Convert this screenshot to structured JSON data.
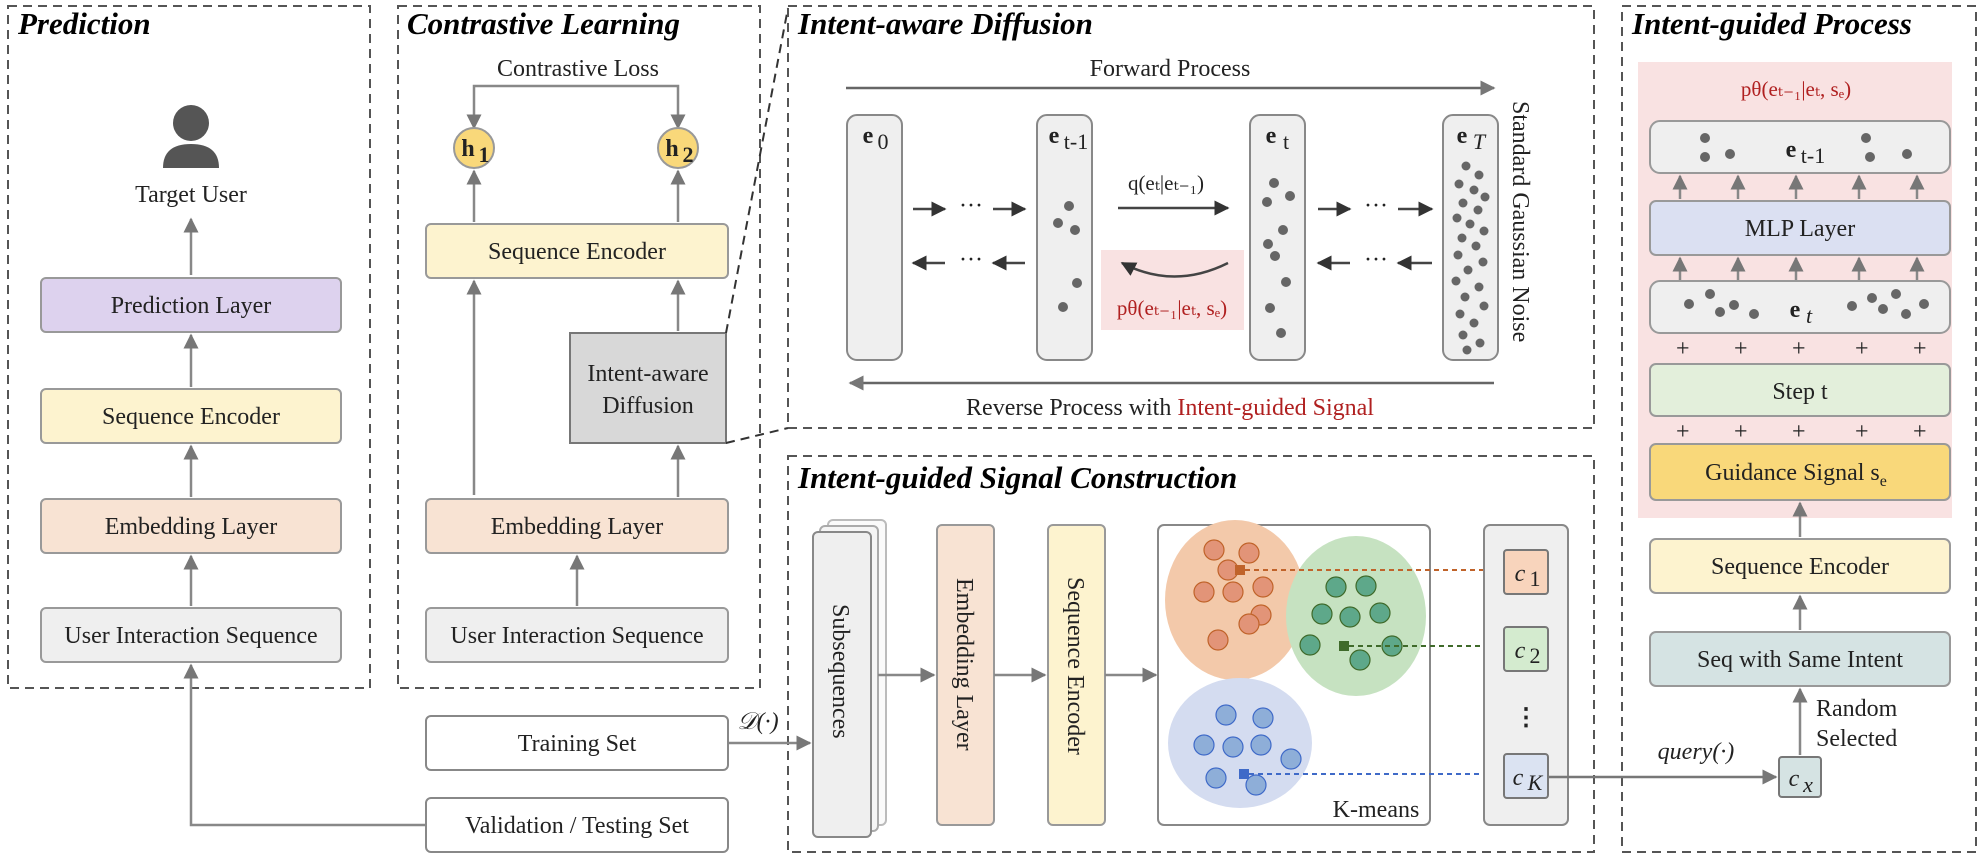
{
  "panels": {
    "prediction": {
      "title": "Prediction",
      "target_user": "Target User",
      "prediction_layer": "Prediction Layer",
      "sequence_encoder": "Sequence Encoder",
      "embedding_layer": "Embedding Layer",
      "interaction_sequence": "User Interaction Sequence"
    },
    "contrastive": {
      "title": "Contrastive Learning",
      "loss": "Contrastive Loss",
      "h1": "h",
      "h1_sub": "1",
      "h2": "h",
      "h2_sub": "2",
      "sequence_encoder": "Sequence Encoder",
      "diffusion_line1": "Intent-aware",
      "diffusion_line2": "Diffusion",
      "embedding_layer": "Embedding Layer",
      "interaction_sequence": "User Interaction Sequence"
    },
    "diffusion": {
      "title": "Intent-aware Diffusion",
      "forward": "Forward Process",
      "reverse_prefix": "Reverse Process with ",
      "reverse_highlight": "Intent-guided Signal",
      "noise_label": "Standard Gaussian Noise",
      "e0": "e",
      "e0_sub": "0",
      "et1": "e",
      "et1_sub": "t-1",
      "et": "e",
      "et_sub": "t",
      "eT": "e",
      "eT_sub": "T",
      "q_formula": "q(eₜ|eₜ₋₁)",
      "p_formula": "pθ(eₜ₋₁|eₜ, sₑ)",
      "ellipsis": "···"
    },
    "signal": {
      "title": "Intent-guided Signal Construction",
      "subsequences": "Subsequences",
      "embedding_layer": "Embedding Layer",
      "sequence_encoder": "Sequence Encoder",
      "kmeans": "K-means",
      "c1": "c",
      "c1_sub": "1",
      "c2": "c",
      "c2_sub": "2",
      "cK": "c",
      "cK_sub": "K",
      "vdots": "⋮"
    },
    "process": {
      "title": "Intent-guided Process",
      "p_formula": "pθ(eₜ₋₁|eₜ, sₑ)",
      "et1": "e",
      "et1_sub": "t-1",
      "mlp": "MLP Layer",
      "et": "e",
      "et_sub": "t",
      "step": "Step  t",
      "guidance": "Guidance Signal s",
      "guidance_sub": "e",
      "sequence_encoder": "Sequence Encoder",
      "same_intent": "Seq with Same Intent",
      "random1": "Random",
      "random2": "Selected",
      "cx": "c",
      "cx_sub": "x",
      "plus": "+"
    }
  },
  "bottom": {
    "training_set": "Training Set",
    "validation_set": "Validation / Testing Set",
    "d_op": "𝒟(·)",
    "query": "query(·)"
  },
  "colors": {
    "purple": "#ddd2ee",
    "yellow": "#fdf3cf",
    "peach": "#f8e3d3",
    "gray": "#efefef",
    "dark_gray": "#d8d8d8",
    "gold": "#f9d87a",
    "blue_box": "#dbe0f2",
    "green_box": "#e3efdb",
    "teal_box": "#d5e3e3",
    "pink_bg": "#f9e2e2",
    "orange_cluster": "#f3c9aa",
    "green_cluster": "#c6e2c1",
    "blue_cluster": "#d4dcf0",
    "stroke": "#888888",
    "accent_red": "#b02020"
  }
}
